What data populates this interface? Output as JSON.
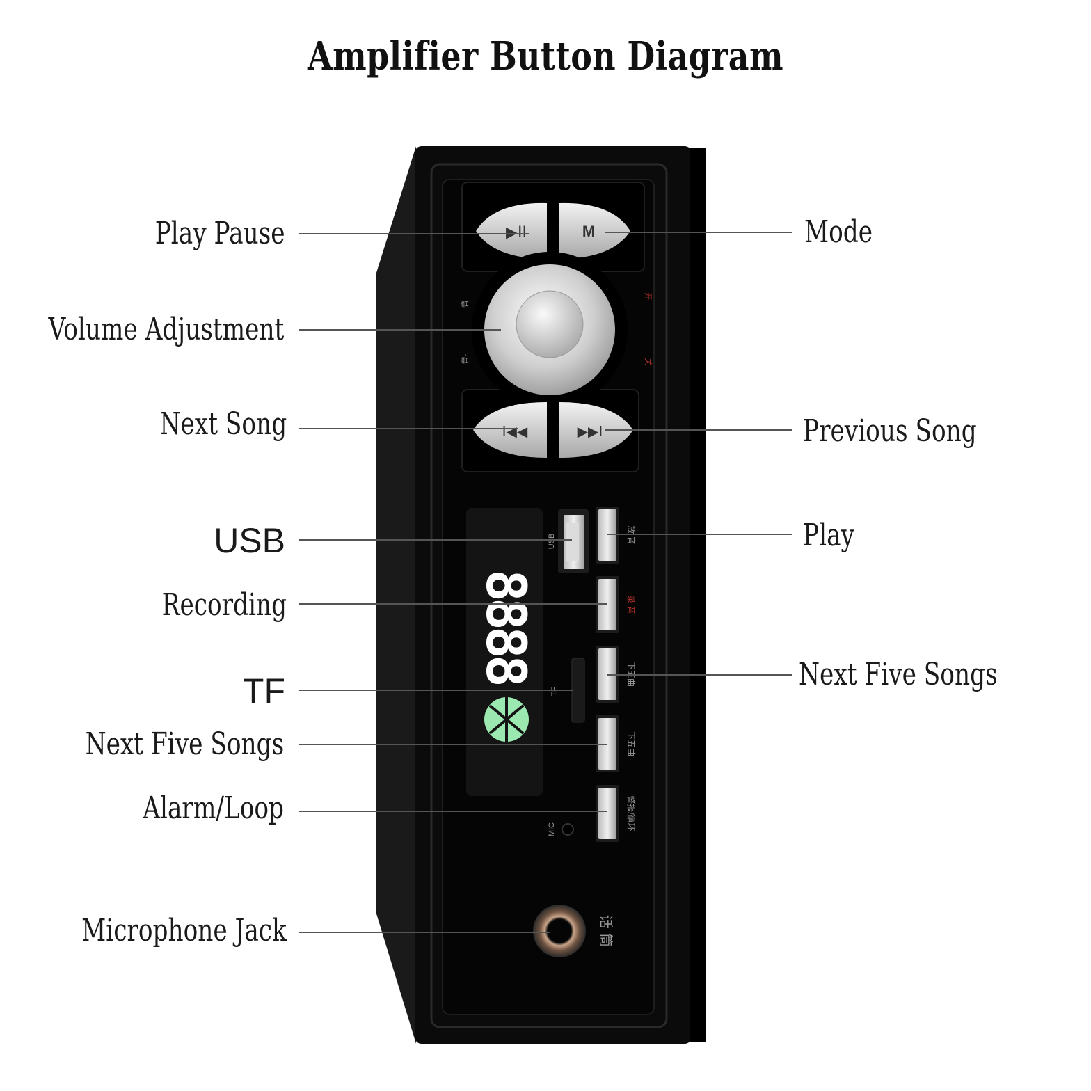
{
  "title": "Amplifier Button Diagram",
  "labels_left": [
    {
      "key": "play_pause",
      "text": "Play Pause"
    },
    {
      "key": "volume",
      "text": "Volume Adjustment"
    },
    {
      "key": "next_song",
      "text": "Next Song"
    },
    {
      "key": "usb",
      "text": "USB"
    },
    {
      "key": "recording",
      "text": "Recording"
    },
    {
      "key": "tf",
      "text": "TF"
    },
    {
      "key": "next_five_left",
      "text": "Next Five Songs"
    },
    {
      "key": "alarm_loop",
      "text": "Alarm/Loop"
    },
    {
      "key": "mic_jack",
      "text": "Microphone Jack"
    }
  ],
  "labels_right": [
    {
      "key": "mode",
      "text": "Mode"
    },
    {
      "key": "previous_song",
      "text": "Previous Song"
    },
    {
      "key": "play",
      "text": "Play"
    },
    {
      "key": "next_five_right",
      "text": "Next Five Songs"
    }
  ],
  "device": {
    "display_digits": "8888",
    "mode_button_label": "M",
    "usb_port_label": "USB",
    "tf_slot_label": "TF",
    "mic_label": "MIC",
    "play_glyph": "▶II",
    "prev_glyph": "I◀◀",
    "next_glyph": "▶▶I",
    "side_buttons": [
      {
        "text": "放 音",
        "color": "#9a9a9a"
      },
      {
        "text": "录 音",
        "color": "#b0302a"
      },
      {
        "text": "下五曲",
        "color": "#9a9a9a"
      },
      {
        "text": "下五曲",
        "color": "#9a9a9a"
      },
      {
        "text": "警报/循环",
        "color": "#9a9a9a"
      }
    ],
    "knob_left_top": "+音",
    "knob_left_bottom": "音-",
    "knob_right_top": "开",
    "knob_right_bottom": "关",
    "jack_label": "话 筒"
  },
  "colors": {
    "panel": "#0b0b0b",
    "line": "#555555",
    "button_silver": "#cfcfcf",
    "display_icon": "#9be8b0",
    "accent_red": "#b0302a"
  }
}
